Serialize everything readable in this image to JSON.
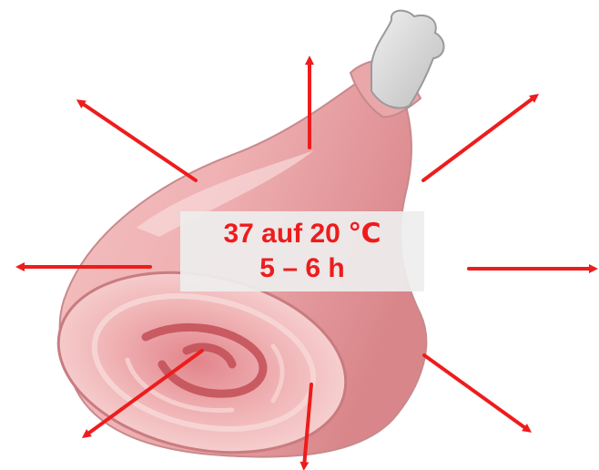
{
  "label": {
    "temperature": "37 auf 20 ℃",
    "duration": "5 – 6 h"
  },
  "colors": {
    "arrow": "#ee1c1c",
    "meat_light": "#f4c6c6",
    "meat_mid": "#e79a9c",
    "meat_dark": "#c86266",
    "bone": "#d8d8d8",
    "label_text": "#ee1c1c",
    "label_bg": "#eeeeee"
  },
  "icons": [
    "ham-leg-illustration",
    "bone-icon",
    "arrow-icon"
  ]
}
